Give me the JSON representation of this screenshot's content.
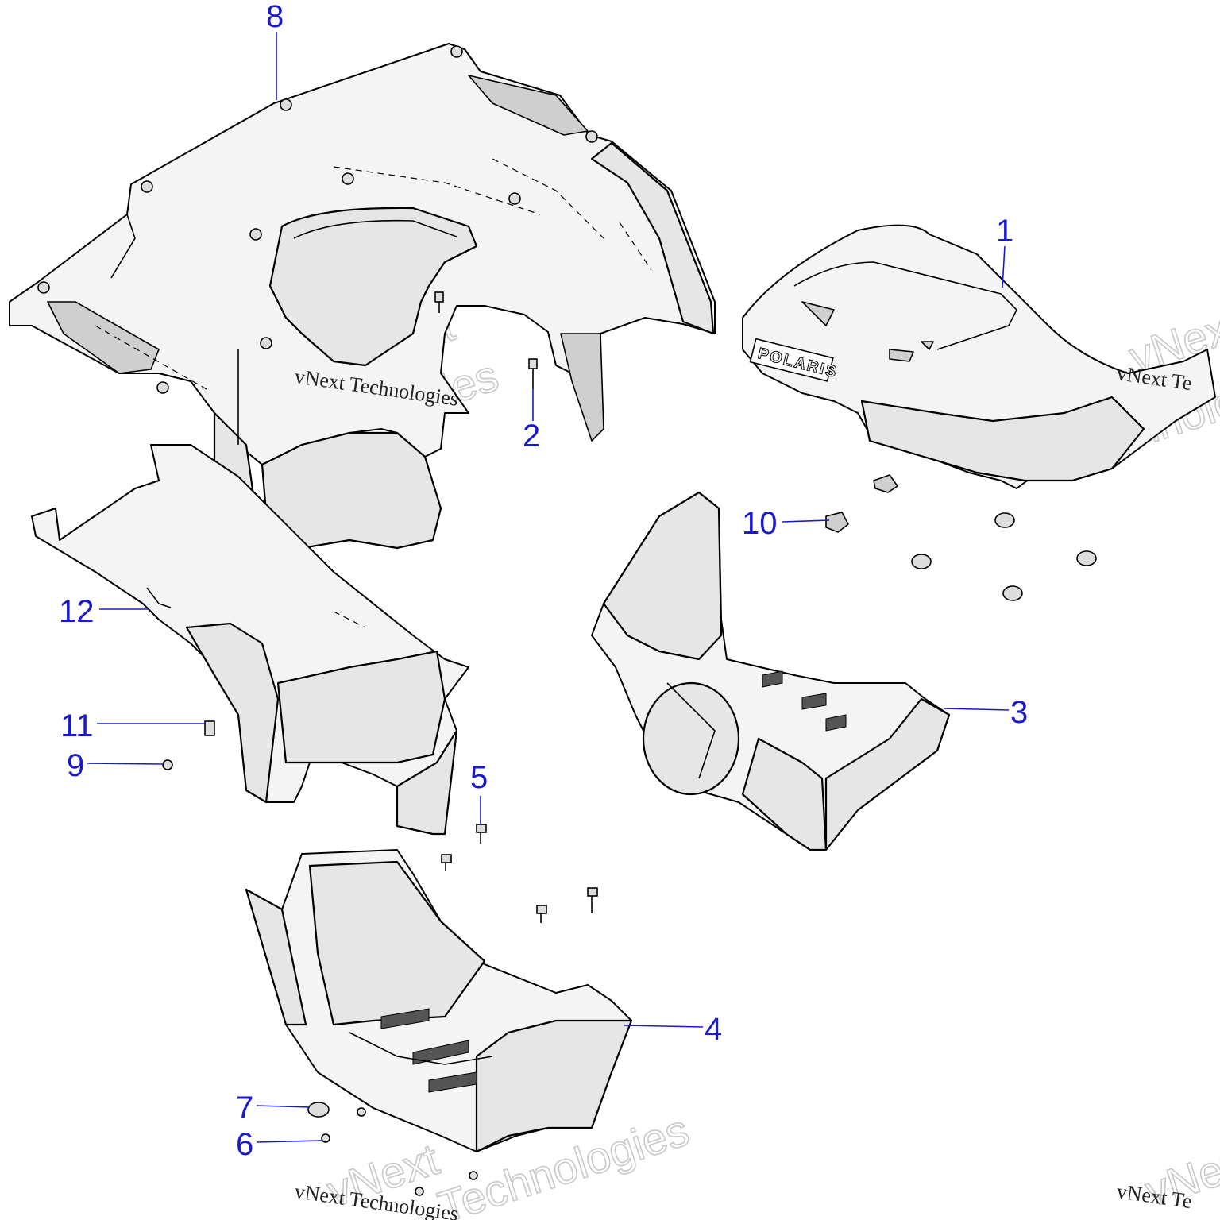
{
  "diagram": {
    "callouts": [
      {
        "id": "1",
        "label": "1"
      },
      {
        "id": "2",
        "label": "2"
      },
      {
        "id": "3",
        "label": "3"
      },
      {
        "id": "4",
        "label": "4"
      },
      {
        "id": "5",
        "label": "5"
      },
      {
        "id": "6",
        "label": "6"
      },
      {
        "id": "7",
        "label": "7"
      },
      {
        "id": "8",
        "label": "8"
      },
      {
        "id": "9",
        "label": "9"
      },
      {
        "id": "10",
        "label": "10"
      },
      {
        "id": "11",
        "label": "11"
      },
      {
        "id": "12",
        "label": "12"
      }
    ],
    "seat_brand_text": "POLARIS",
    "watermark": {
      "company": "vNext Technologies",
      "word1": "vNext",
      "word2": "Technologies",
      "partial_right_top": "vNext Te",
      "partial_right_bottom": "vNext Te"
    },
    "colors": {
      "callout": "#1a1acc",
      "part_fill": "#e6e6e6",
      "outline": "#000000"
    }
  }
}
